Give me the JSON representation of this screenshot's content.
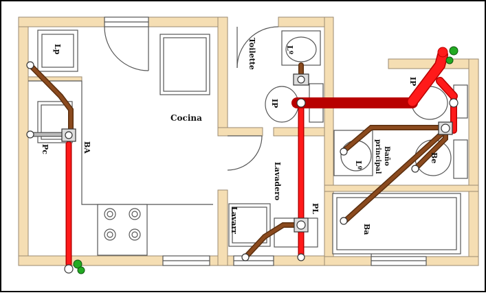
{
  "colors": {
    "wall": "#f5deb3",
    "wall_stroke": "#9a8a70",
    "drain_pipe": "#ff1111",
    "drain_pipe_dark": "#c40000",
    "branch_pipe": "#8b4a1e",
    "branch_pipe_dark": "#5a2e0e",
    "vent": "#22aa22",
    "fixture_fill": "#ffffff",
    "fixture_stroke": "#444444",
    "floor": "#ffffff"
  },
  "labels": {
    "kitchen": "Cocina",
    "toilet_room": "Toilette",
    "laundry": "Lavadero",
    "bathroom_line1": "Baño",
    "bathroom_line2": "principal",
    "washer": "Lavarr",
    "kitchen_sink": "Lp",
    "kitchen_pc": "Pc",
    "kitchen_ba": "BA",
    "toilet_lo": "Lº",
    "toilet_ip": "IP",
    "bath_ip": "IP",
    "bath_lo": "Lº",
    "bath_be": "Be",
    "bath_ba": "Ba",
    "laundry_pl": "PL"
  }
}
